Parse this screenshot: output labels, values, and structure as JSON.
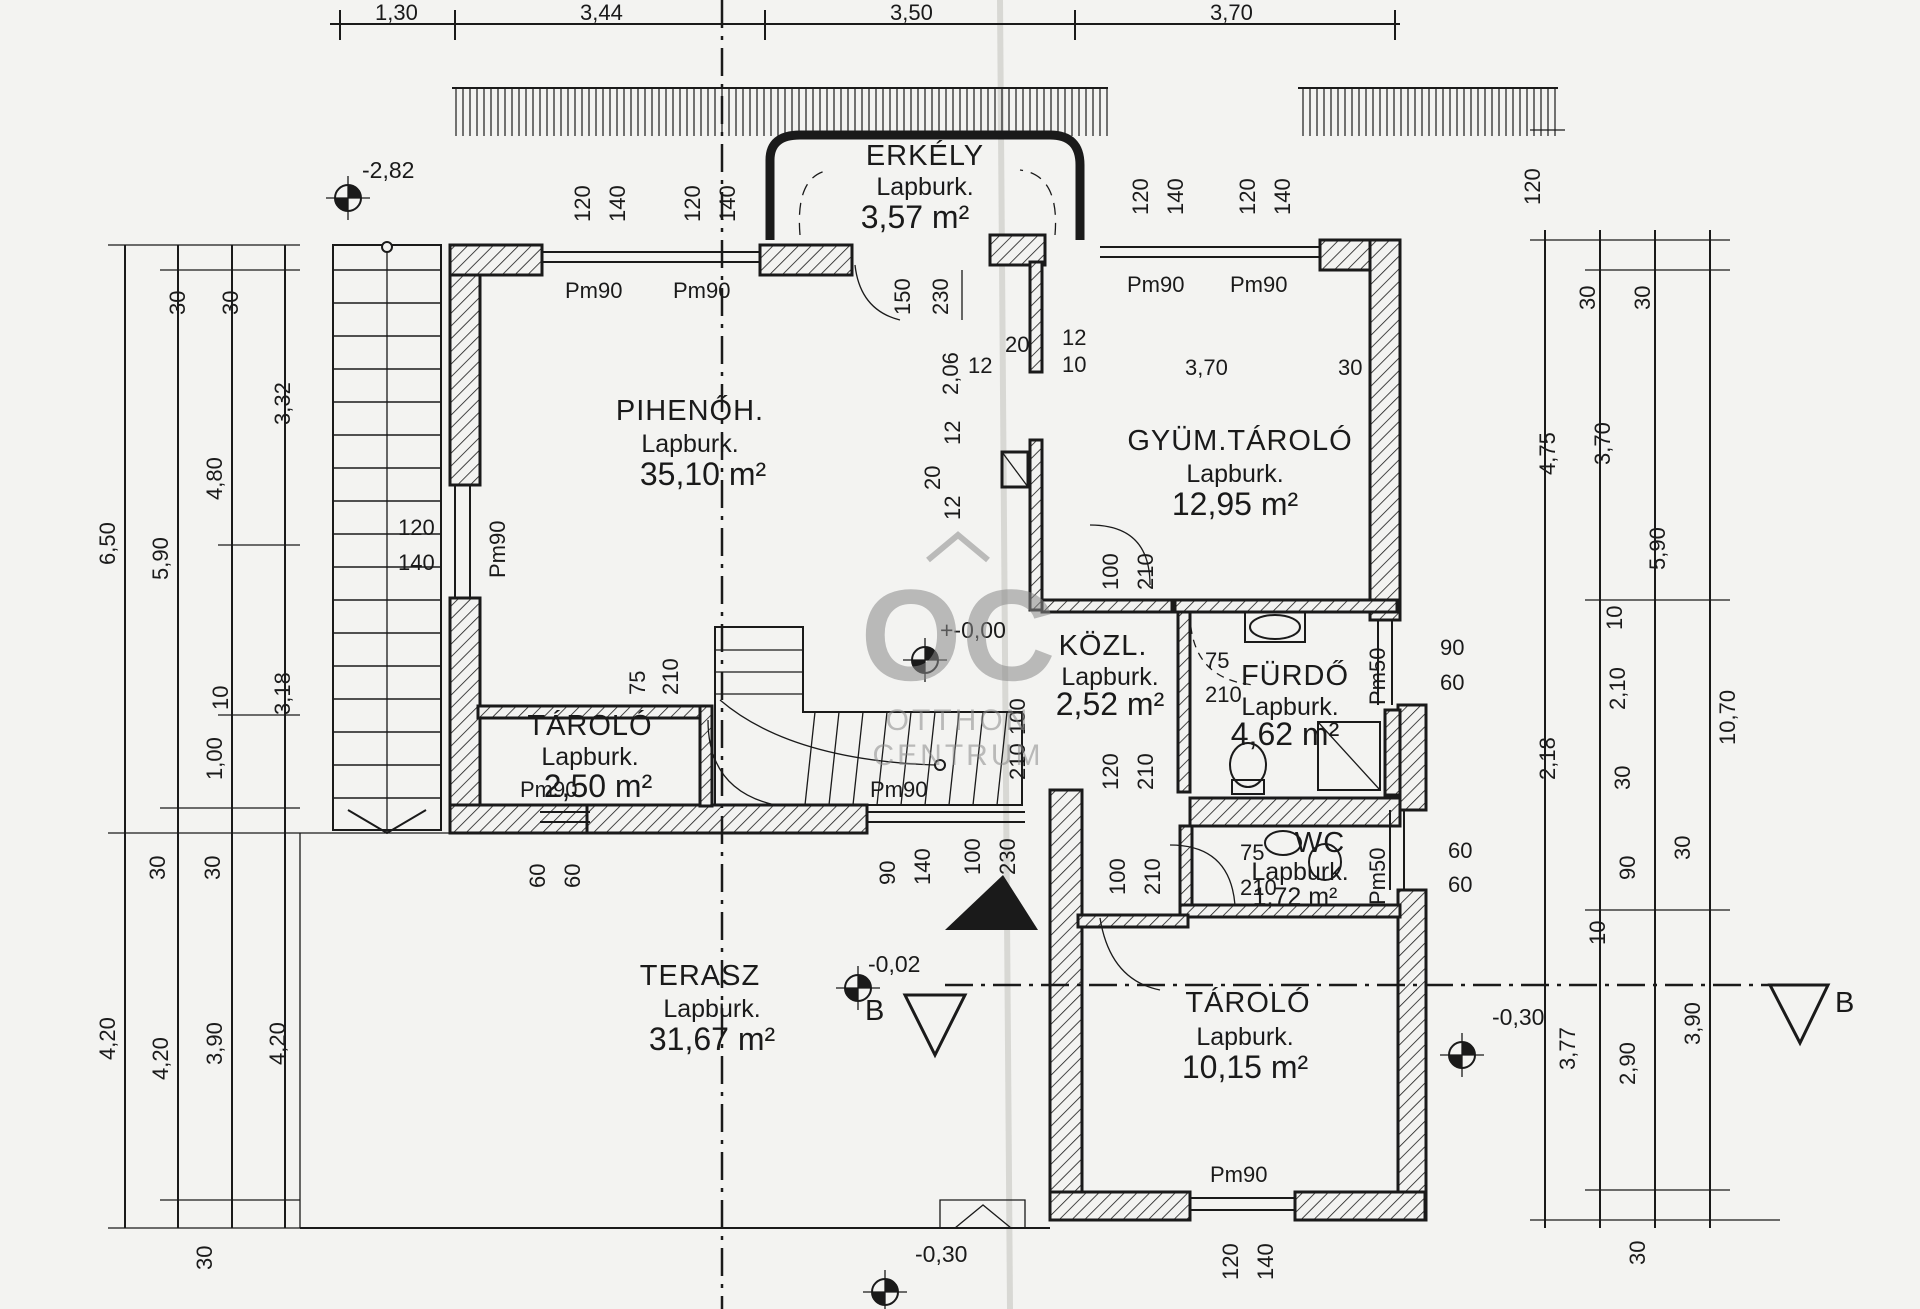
{
  "rooms": {
    "erkely": {
      "name": "ERKÉLY",
      "floor": "Lapburk.",
      "area": "3,57 m²"
    },
    "pihenoh": {
      "name": "PIHENŐH.",
      "floor": "Lapburk.",
      "area": "35,10 m²"
    },
    "gyumtarolo": {
      "name": "GYÜM.TÁROLÓ",
      "floor": "Lapburk.",
      "area": "12,95 m²"
    },
    "tarolo_small": {
      "name": "TÁROLÓ",
      "floor": "Lapburk.",
      "area": "2,50 m²"
    },
    "kozl": {
      "name": "KÖZL.",
      "floor": "Lapburk.",
      "area": "2,52 m²"
    },
    "furdo": {
      "name": "FÜRDŐ",
      "floor": "Lapburk.",
      "area": "4,62 m²"
    },
    "wc": {
      "name": "WC",
      "floor": "Lapburk.",
      "area": "1,72 m²"
    },
    "terasz": {
      "name": "TERASZ",
      "floor": "Lapburk.",
      "area": "31,67 m²"
    },
    "tarolo_big": {
      "name": "TÁROLÓ",
      "floor": "Lapburk.",
      "area": "10,15 m²"
    }
  },
  "levels": {
    "l1": "-2,82",
    "l2": "+-0,00",
    "l3": "-0,02",
    "l4": "-0,30",
    "l5": "-0,30"
  },
  "section": {
    "left": "B",
    "right": "B"
  },
  "windows": {
    "w1": "Pm90",
    "w2": "Pm90",
    "w3": "Pm90",
    "w4": "Pm90",
    "w5": "Pm90",
    "w6": "Pm90",
    "w7": "Pm90",
    "w8": "Pm50",
    "w9": "Pm50",
    "w10": "Pm90"
  },
  "top_dims": [
    "1,30",
    "3,44",
    "3,50",
    "3,70"
  ],
  "left_dims": {
    "a": "6,50",
    "b": "5,90",
    "c": "4,80",
    "d": "3,32",
    "e": "3,18",
    "f": "1,00",
    "g": "4,20",
    "h": "4,20",
    "i": "3,90",
    "j": "4,20",
    "k1": "30",
    "k2": "30",
    "k3": "30",
    "k4": "30",
    "k5": "30",
    "k6": "10"
  },
  "right_dims": {
    "a": "4,75",
    "b": "3,70",
    "c": "5,90",
    "d": "10,70",
    "e": "2,18",
    "f": "3,77",
    "g": "2,90",
    "h": "3,90",
    "i": "2,10",
    "j": "90",
    "k1": "30",
    "k2": "30",
    "k3": "10",
    "k4": "30",
    "k5": "10",
    "k6": "30",
    "k7": "30",
    "k8": "120"
  },
  "inner_dims": {
    "d1": "120",
    "d2": "140",
    "d3": "120",
    "d4": "140",
    "d5": "120",
    "d6": "140",
    "d7": "120",
    "d8": "140",
    "d9": "150",
    "d10": "230",
    "d11": "2,06",
    "d12": "20",
    "d13": "12",
    "d14": "10",
    "d15": "12",
    "d16": "3,70",
    "d17": "30",
    "d18": "12",
    "d19": "20",
    "d20": "12",
    "d21": "120",
    "d22": "140",
    "d23": "100",
    "d24": "210",
    "d25": "75",
    "d26": "210",
    "d27": "100",
    "d28": "210",
    "d29": "120",
    "d30": "210",
    "d31": "75",
    "d32": "210",
    "d33": "90",
    "d34": "60",
    "d35": "75",
    "d36": "210",
    "d37": "60",
    "d38": "60",
    "d39": "90",
    "d40": "140",
    "d41": "100",
    "d42": "230",
    "d43": "100",
    "d44": "210",
    "d45": "60",
    "d46": "60",
    "d47": "120",
    "d48": "140"
  },
  "watermark": {
    "logo": "OC",
    "line1": "OTTHON",
    "line2": "CENTRUM"
  }
}
